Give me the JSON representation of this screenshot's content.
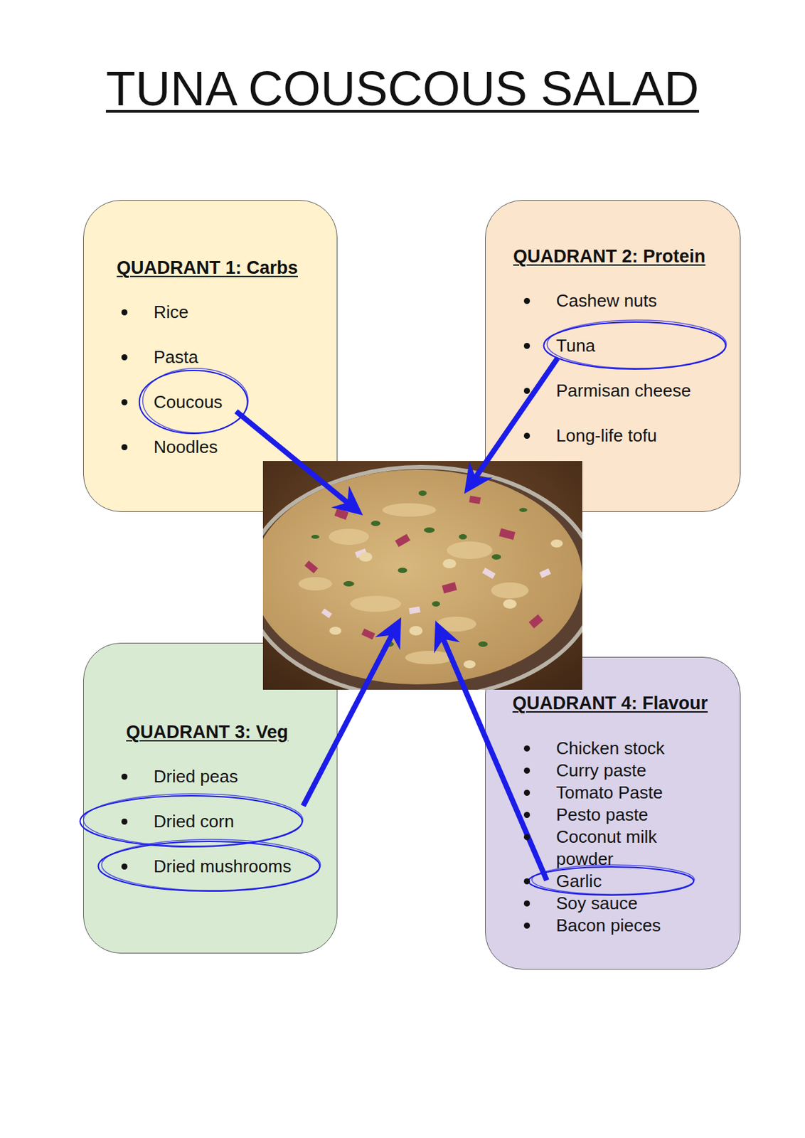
{
  "diagram": {
    "title": "TUNA COUSCOUS SALAD",
    "nodes": [
      {
        "text": [
          "QUADRANT 1: Carbs",
          "Rice",
          "Pasta",
          "Coucous",
          "Noodles"
        ]
      },
      {
        "text": [
          "QUADRANT 2: Protein",
          "Cashew nuts",
          "Tuna",
          "Parmisan cheese",
          "Long-life tofu"
        ]
      },
      {
        "text": [
          "QUADRANT 3: Veg",
          "Dried peas",
          "Dried corn",
          "Dried mushrooms"
        ]
      },
      {
        "text": [
          "QUADRANT 4: Flavour",
          "Chicken stock",
          "Curry paste",
          "Tomato Paste",
          "Pesto paste",
          "Coconut milk powder",
          "Garlic",
          "Soy sauce",
          "Bacon pieces"
        ]
      }
    ]
  }
}
